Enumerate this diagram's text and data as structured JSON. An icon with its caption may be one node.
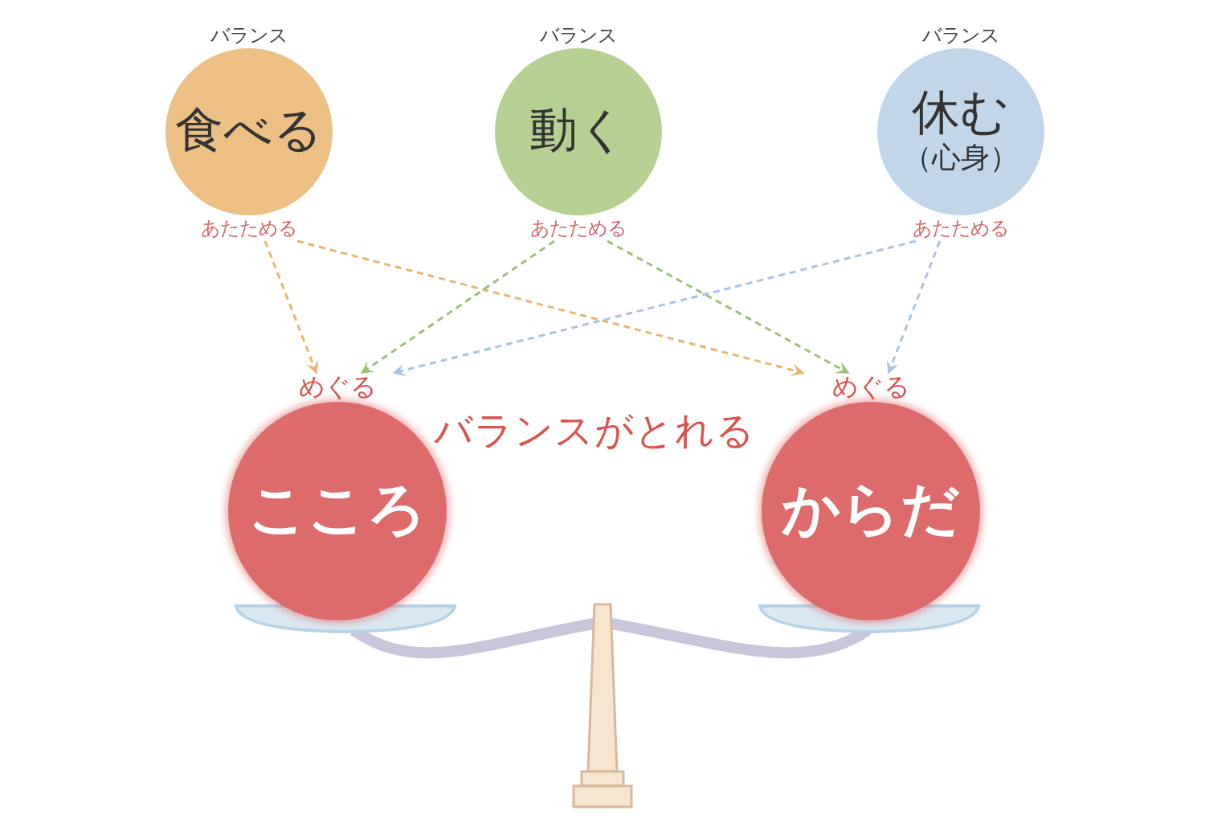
{
  "diagram": {
    "nodes": [
      {
        "text": [
          "食べる"
        ],
        "beside": [
          "バランス",
          "あたためる"
        ]
      },
      {
        "text": [
          "動く"
        ],
        "beside": [
          "バランス",
          "あたためる"
        ]
      },
      {
        "text": [
          "休む",
          "（心身）"
        ],
        "beside": [
          "バランス",
          "あたためる"
        ]
      },
      {
        "text": [
          "こころ"
        ],
        "beside": [
          "めぐる"
        ]
      },
      {
        "text": [
          "からだ"
        ],
        "beside": [
          "めぐる"
        ]
      }
    ],
    "edges": [
      {
        "from": 0,
        "to": 3,
        "arrow": "to",
        "style": "dashed",
        "color": "#e8b66e"
      },
      {
        "from": 0,
        "to": 4,
        "arrow": "to",
        "style": "dashed",
        "color": "#e8b66e"
      },
      {
        "from": 1,
        "to": 3,
        "arrow": "to",
        "style": "dashed",
        "color": "#9cc07a"
      },
      {
        "from": 1,
        "to": 4,
        "arrow": "to",
        "style": "dashed",
        "color": "#9cc07a"
      },
      {
        "from": 2,
        "to": 3,
        "arrow": "to",
        "style": "dashed",
        "color": "#a9c4e2"
      },
      {
        "from": 2,
        "to": 4,
        "arrow": "to",
        "style": "dashed",
        "color": "#a9c4e2"
      }
    ],
    "labels": [
      "バランスがとれる"
    ]
  }
}
